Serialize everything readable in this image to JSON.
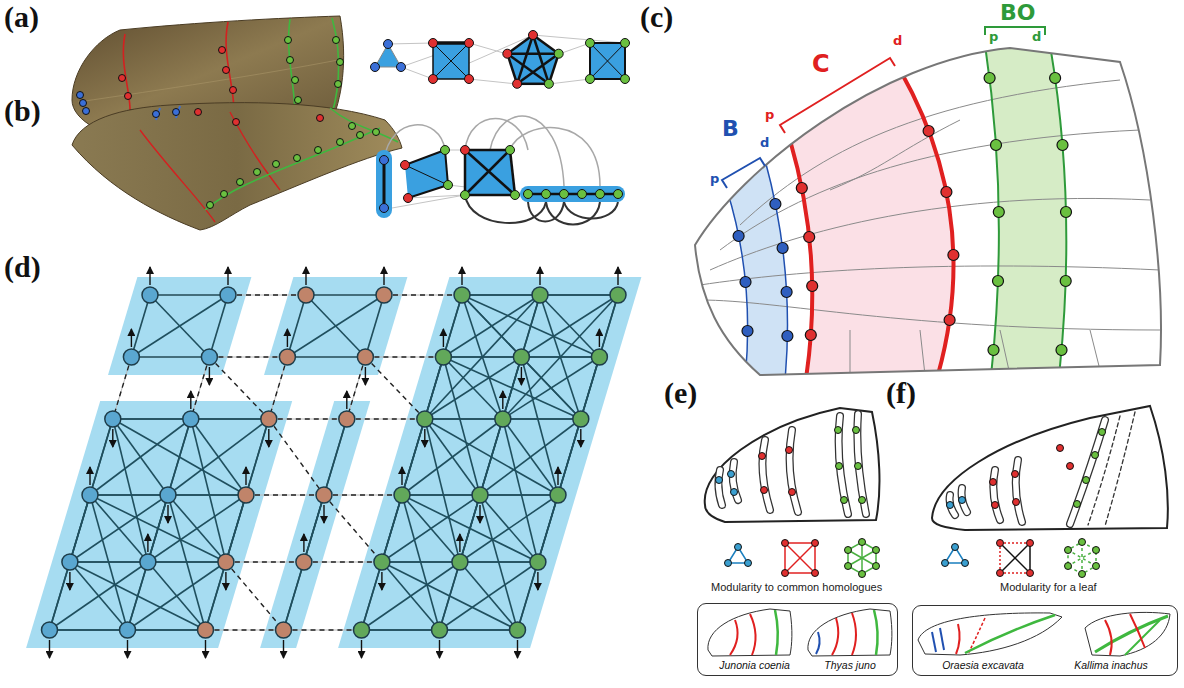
{
  "diagram": {
    "nodes": [
      {
        "text": [
          "Junonia coenia",
          "Thyas juno"
        ]
      },
      {
        "text": [
          "Oraesia excavata",
          "Kallima inachus"
        ]
      }
    ],
    "labels": [
      "(a)",
      "(b)",
      "(c)",
      "(d)",
      "(e)",
      "(f)",
      "BO",
      "p",
      "d",
      "C",
      "p",
      "d",
      "B",
      "p",
      "d",
      "Modularity to common homologues",
      "Modularity for a leaf"
    ]
  }
}
